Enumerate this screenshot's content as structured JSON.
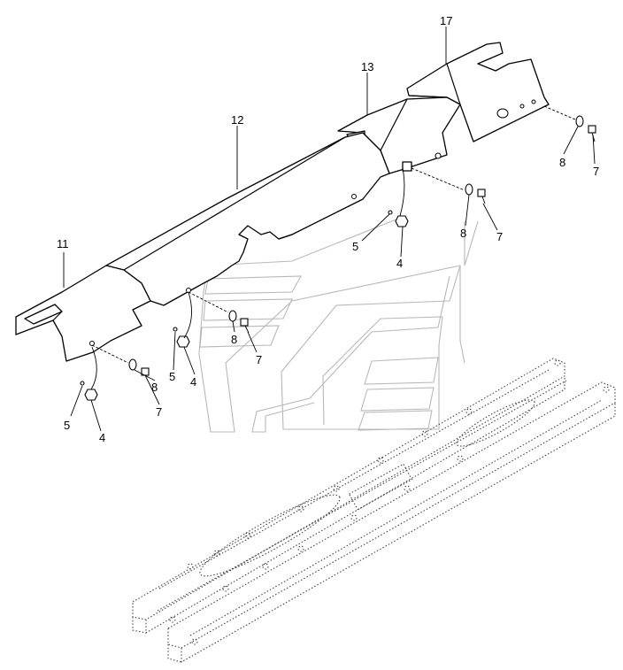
{
  "callouts": {
    "c17": "17",
    "c13": "13",
    "c12": "12",
    "c11": "11",
    "c8_right": "8",
    "c7_right": "7",
    "c8_mid": "8",
    "c7_mid": "7",
    "c5_mid": "5",
    "c4_mid": "4",
    "c8_center": "8",
    "c7_center": "7",
    "c5_center": "5",
    "c4_center": "4",
    "c8_left": "8",
    "c7_left": "7",
    "c5_left": "5",
    "c4_left": "4"
  }
}
